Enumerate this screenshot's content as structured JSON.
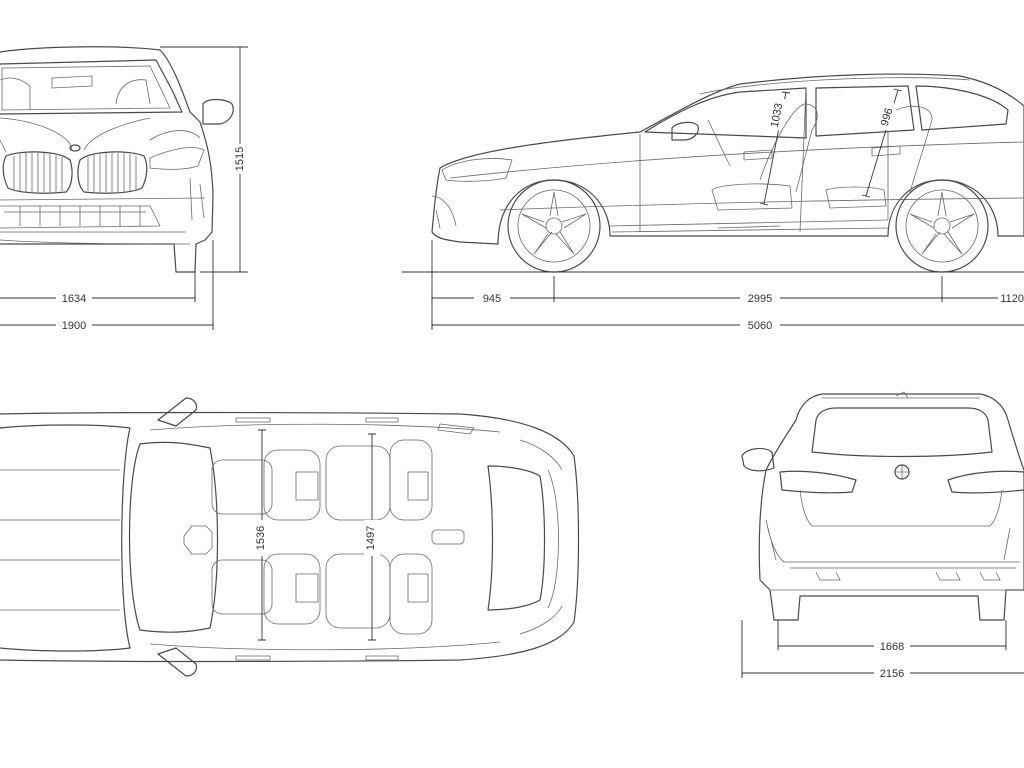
{
  "colors": {
    "line": "#4a4a4a",
    "dimension": "#333333",
    "background": "#ffffff"
  },
  "front_view": {
    "overall_height": "1515",
    "track": "1634",
    "width_with_mirrors": "1900"
  },
  "side_view": {
    "front_overhang": "945",
    "wheelbase": "2995",
    "rear_overhang": "1120",
    "overall_length": "5060",
    "front_headroom": "1033",
    "rear_headroom": "996"
  },
  "top_view": {
    "front_shoulder_width": "1536",
    "rear_shoulder_width": "1497"
  },
  "rear_view": {
    "rear_track": "1668",
    "width_with_mirrors": "2156"
  }
}
